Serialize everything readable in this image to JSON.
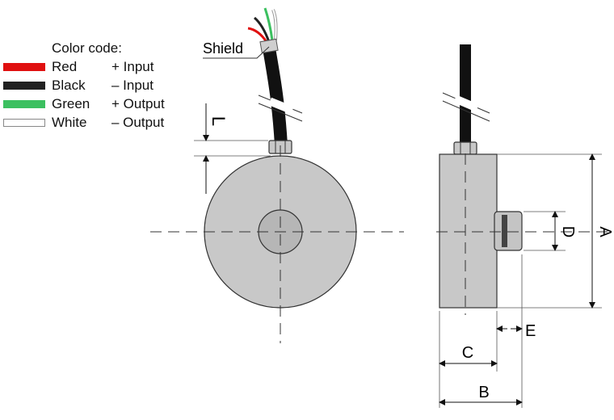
{
  "legend": {
    "title": "Color code:",
    "entries": [
      {
        "name": "Red",
        "function": "+ Input",
        "color": "#e01010"
      },
      {
        "name": "Black",
        "function": "– Input",
        "color": "#222222"
      },
      {
        "name": "Green",
        "function": "+ Output",
        "color": "#3cc060"
      },
      {
        "name": "White",
        "function": "– Output",
        "color": "#ffffff"
      }
    ]
  },
  "labels": {
    "shield": "Shield",
    "dim_L": "L",
    "dim_A": "A",
    "dim_B": "B",
    "dim_C": "C",
    "dim_D": "D",
    "dim_E": "E"
  },
  "colors": {
    "body_fill": "#c8c8c8",
    "cable": "#111111",
    "outline": "#333333"
  }
}
